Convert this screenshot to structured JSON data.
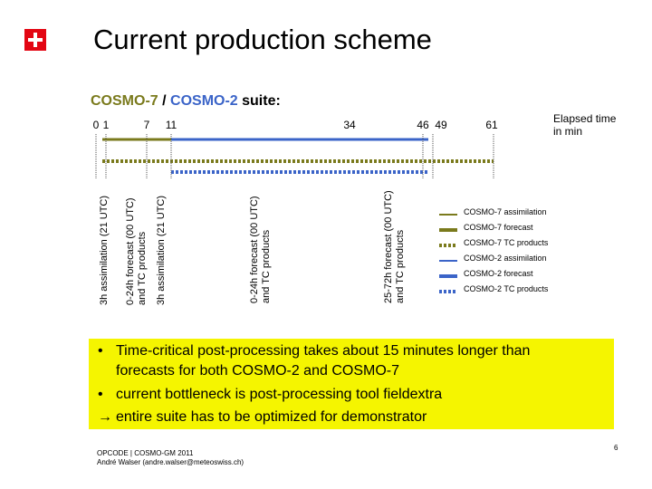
{
  "title": "Current production scheme",
  "suite": {
    "c7": "COSMO-7",
    "sep": " / ",
    "c2": "COSMO-2",
    "tail": " suite:"
  },
  "timeline": {
    "ticks": [
      {
        "label": "0",
        "minutes": 0
      },
      {
        "label": "1",
        "minutes": 1
      },
      {
        "label": "7",
        "minutes": 7
      },
      {
        "label": "11",
        "minutes": 11
      },
      {
        "label": "34",
        "minutes": 34
      },
      {
        "label": "46",
        "minutes": 46
      },
      {
        "label": "49",
        "minutes": 49
      },
      {
        "label": "61",
        "minutes": 61
      }
    ],
    "elapsed_label_1": "Elapsed time",
    "elapsed_label_2": "in min",
    "phases": [
      {
        "line1": "3h assimilation (21 UTC)",
        "line2": ""
      },
      {
        "line1": "0-24h forecast (00 UTC)",
        "line2": "and TC products"
      },
      {
        "line1": "3h assimilation (21 UTC)",
        "line2": ""
      },
      {
        "line1": "0-24h forecast (00 UTC)",
        "line2": "and TC products"
      },
      {
        "line1": "25-72h forecast (00 UTC)",
        "line2": "and TC products"
      }
    ]
  },
  "legend": [
    {
      "label": "COSMO-7 assimilation",
      "color": "#7a7a1c",
      "style": "thin"
    },
    {
      "label": "COSMO-7 forecast",
      "color": "#7a7a1c",
      "style": "thick"
    },
    {
      "label": "COSMO-7 TC products",
      "color": "#7a7a1c",
      "style": "dotted"
    },
    {
      "label": "COSMO-2 assimilation",
      "color": "#3b64c8",
      "style": "thin"
    },
    {
      "label": "COSMO-2 forecast",
      "color": "#3b64c8",
      "style": "thick"
    },
    {
      "label": "COSMO-2 TC products",
      "color": "#3b64c8",
      "style": "dotted"
    }
  ],
  "colors": {
    "cosmo7": "#7a7a1c",
    "cosmo2": "#3b64c8",
    "highlight": "#f5f500",
    "swiss_red": "#e30613"
  },
  "notes": [
    {
      "marker": "•",
      "text": "Time-critical post-processing takes about 15 minutes longer than"
    },
    {
      "marker": "",
      "text": "forecasts for both COSMO-2 and COSMO-7"
    },
    {
      "marker": "•",
      "text": "current bottleneck is post-processing tool fieldextra"
    },
    {
      "marker": "→",
      "text": "entire suite has to be optimized for demonstrator"
    }
  ],
  "footer": {
    "line1": "OPCODE | COSMO-GM 2011",
    "line2": "André Walser (andre.walser@meteoswiss.ch)"
  },
  "page_number": "6",
  "logo_icon": "swiss-cross-icon"
}
